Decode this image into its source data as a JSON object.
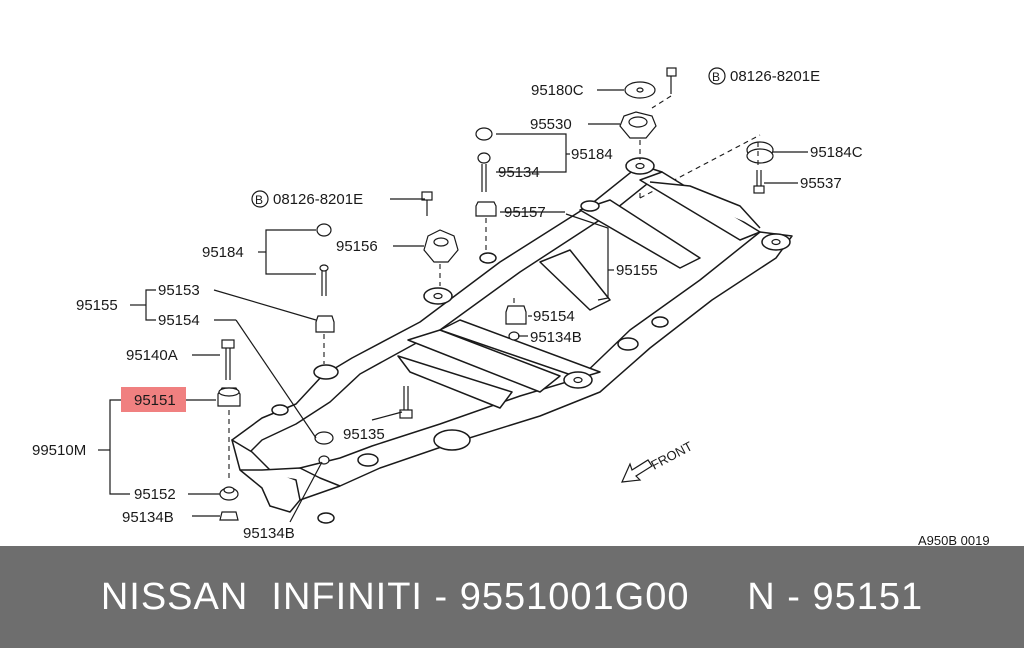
{
  "diagram": {
    "diagram_code": "A950B 0019",
    "front_label": "FRONT",
    "bolt_marker": "B",
    "highlight_color": "#f08080",
    "highlighted_part": "95151",
    "labels": {
      "p95180c": "95180C",
      "p08126_top": "08126-8201E",
      "p95530": "95530",
      "p95184_top": "95184",
      "p95134_top": "95134",
      "p95184c": "95184C",
      "p95537": "95537",
      "p08126_mid": "08126-8201E",
      "p95157": "95157",
      "p95184_left": "95184",
      "p95156": "95156",
      "p95155_right": "95155",
      "p95153": "95153",
      "p95155_left": "95155",
      "p95154_left": "95154",
      "p95154_right": "95154",
      "p95134b_right": "95134B",
      "p95140a": "95140A",
      "p95151": "95151",
      "p99510m": "99510M",
      "p95135": "95135",
      "p95152": "95152",
      "p95134b_left": "95134B",
      "p95134b_bottom": "95134B"
    }
  },
  "footer": {
    "text": "NISSAN  INFINITI - 9551001G00     N - 95151"
  }
}
